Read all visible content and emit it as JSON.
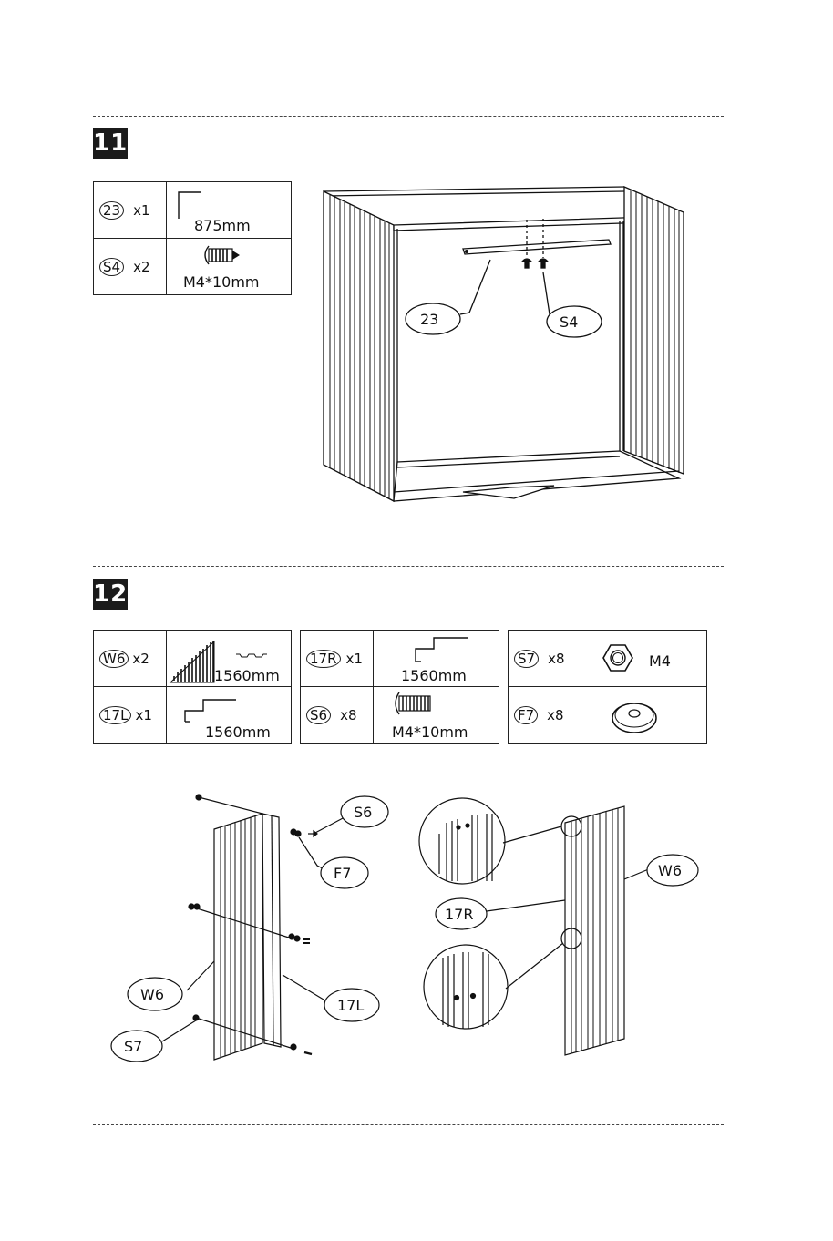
{
  "step11": {
    "number": "11",
    "parts": [
      {
        "id": "23",
        "qty": "x1",
        "spec": "875mm"
      },
      {
        "id": "S4",
        "qty": "x2",
        "spec": "M4*10mm"
      }
    ],
    "callouts": {
      "part": "23",
      "screw": "S4"
    }
  },
  "step12": {
    "number": "12",
    "parts_a": [
      {
        "id": "W6",
        "qty": "x2",
        "spec": "1560mm"
      },
      {
        "id": "17L",
        "qty": "x1",
        "spec": "1560mm"
      }
    ],
    "parts_b": [
      {
        "id": "17R",
        "qty": "x1",
        "spec": "1560mm"
      },
      {
        "id": "S6",
        "qty": "x8",
        "spec": "M4*10mm"
      }
    ],
    "parts_c": [
      {
        "id": "S7",
        "qty": "x8",
        "spec": "M4"
      },
      {
        "id": "F7",
        "qty": "x8",
        "spec": ""
      }
    ],
    "callouts": {
      "s6": "S6",
      "f7": "F7",
      "w6_left": "W6",
      "s7": "S7",
      "l17": "17L",
      "w6_right": "W6",
      "r17": "17R"
    }
  }
}
